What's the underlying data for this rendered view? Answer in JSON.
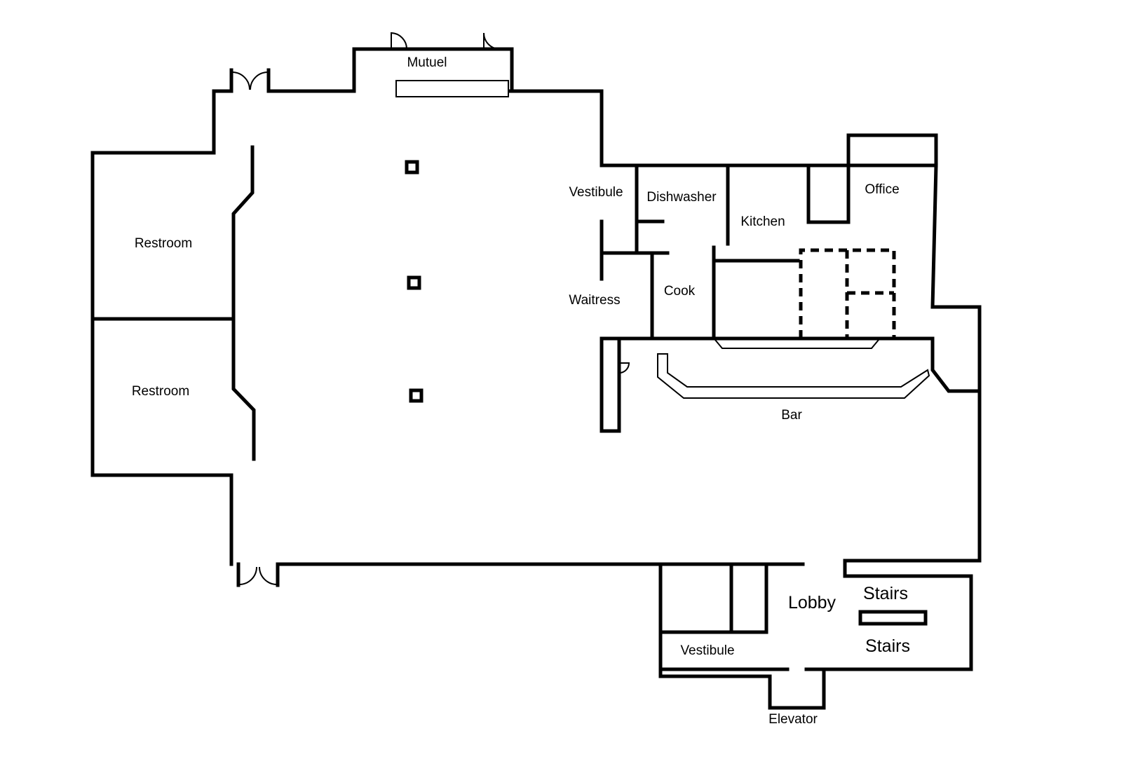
{
  "floor_plan": {
    "labels": {
      "mutuel": "Mutuel",
      "restroom_upper": "Restroom",
      "restroom_lower": "Restroom",
      "vestibule_upper": "Vestibule",
      "dishwasher": "Dishwasher",
      "kitchen": "Kitchen",
      "office": "Office",
      "waitress": "Waitress",
      "cook": "Cook",
      "bar": "Bar",
      "lobby": "Lobby",
      "stairs_upper": "Stairs",
      "stairs_lower": "Stairs",
      "vestibule_lower": "Vestibule",
      "elevator": "Elevator"
    }
  }
}
